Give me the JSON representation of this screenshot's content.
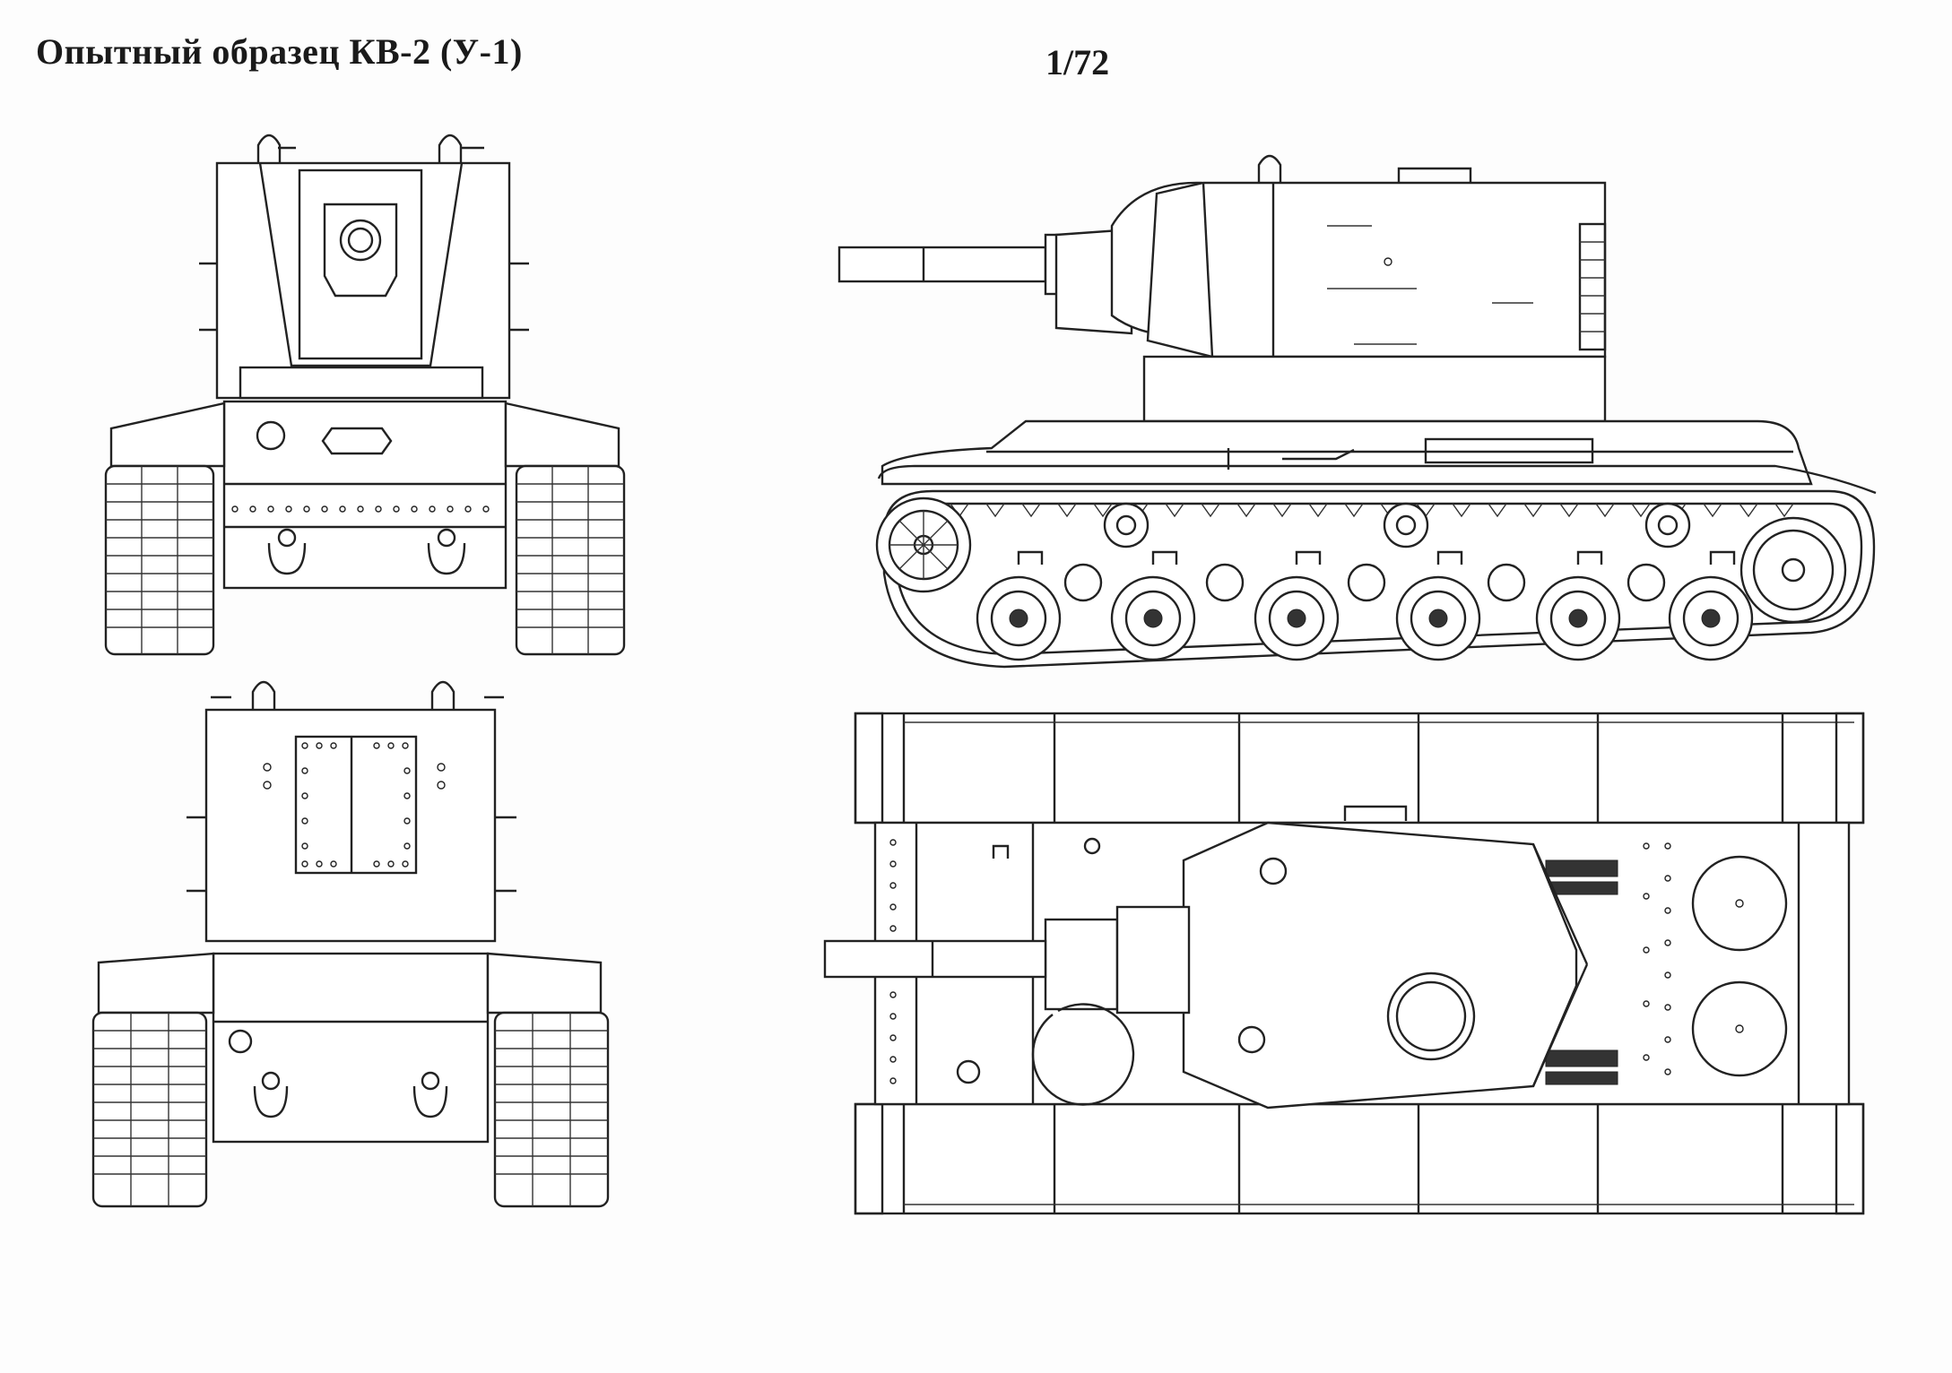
{
  "sheet": {
    "title": "Опытный образец КВ-2 (У-1)",
    "scale": "1/72"
  },
  "views": {
    "front": "front-view",
    "side": "side-view",
    "rear": "rear-view",
    "top": "top-view"
  },
  "colors": {
    "paper": "#fdfdfd",
    "ink": "#222222"
  }
}
